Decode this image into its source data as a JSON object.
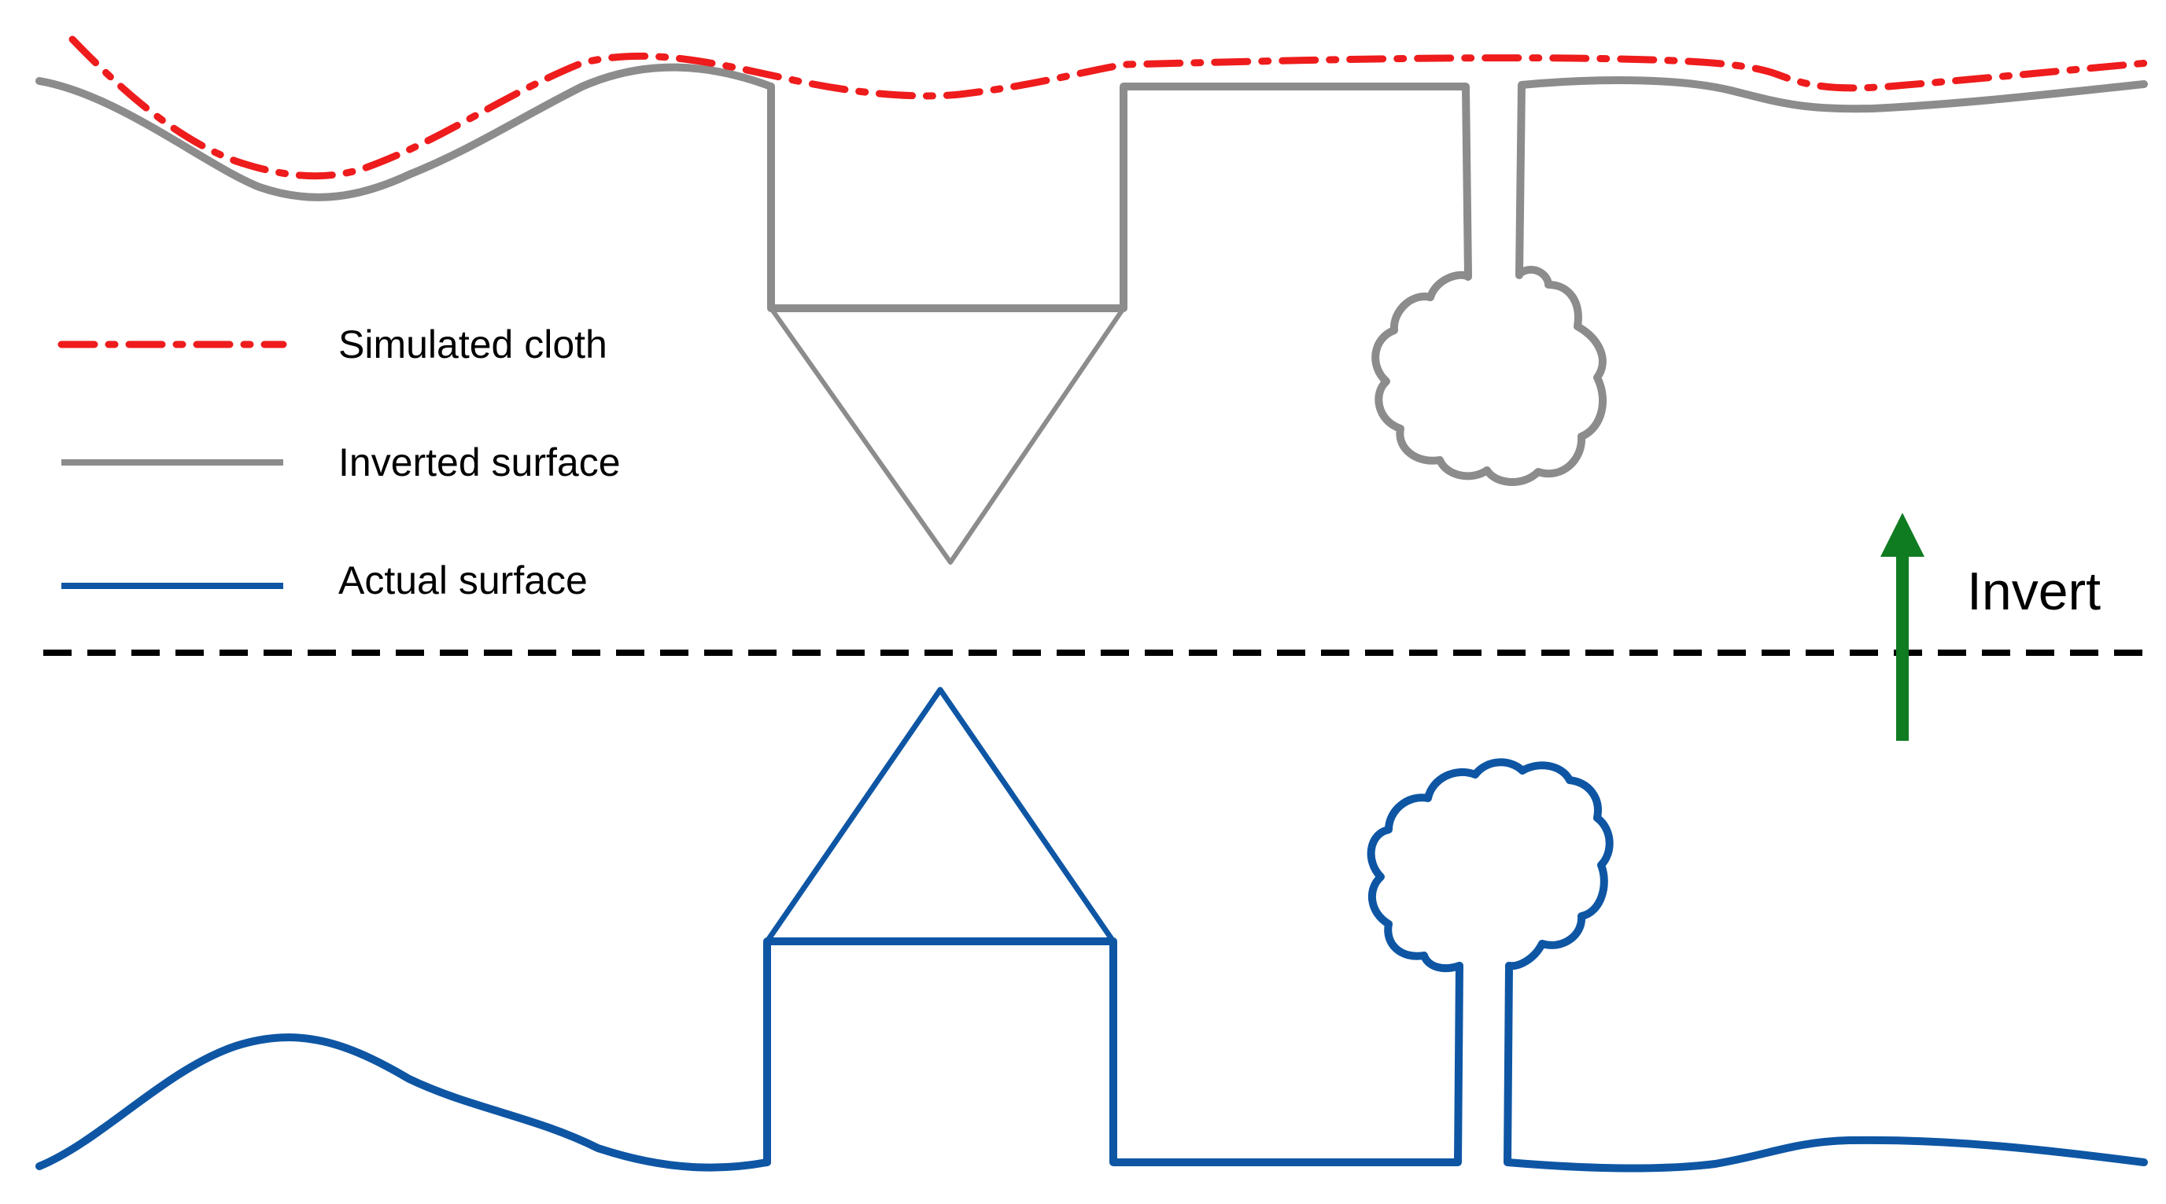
{
  "legend": {
    "items": [
      {
        "label": "Simulated cloth",
        "style": "dash-dot",
        "color": "#ee1c1c"
      },
      {
        "label": "Inverted surface",
        "style": "solid",
        "color": "#8c8c8c"
      },
      {
        "label": "Actual surface",
        "style": "solid",
        "color": "#0e56a4"
      }
    ]
  },
  "annotation": {
    "invert_label": "Invert",
    "arrow_color": "#107c22",
    "arrow_direction": "up"
  },
  "colors": {
    "cloth": "#ee1c1c",
    "inverted_surface": "#8c8c8c",
    "actual_surface": "#0e56a4",
    "axis_line": "#000000"
  },
  "axis_line_style": "dashed",
  "scene_objects": [
    "ground",
    "house",
    "tree"
  ]
}
